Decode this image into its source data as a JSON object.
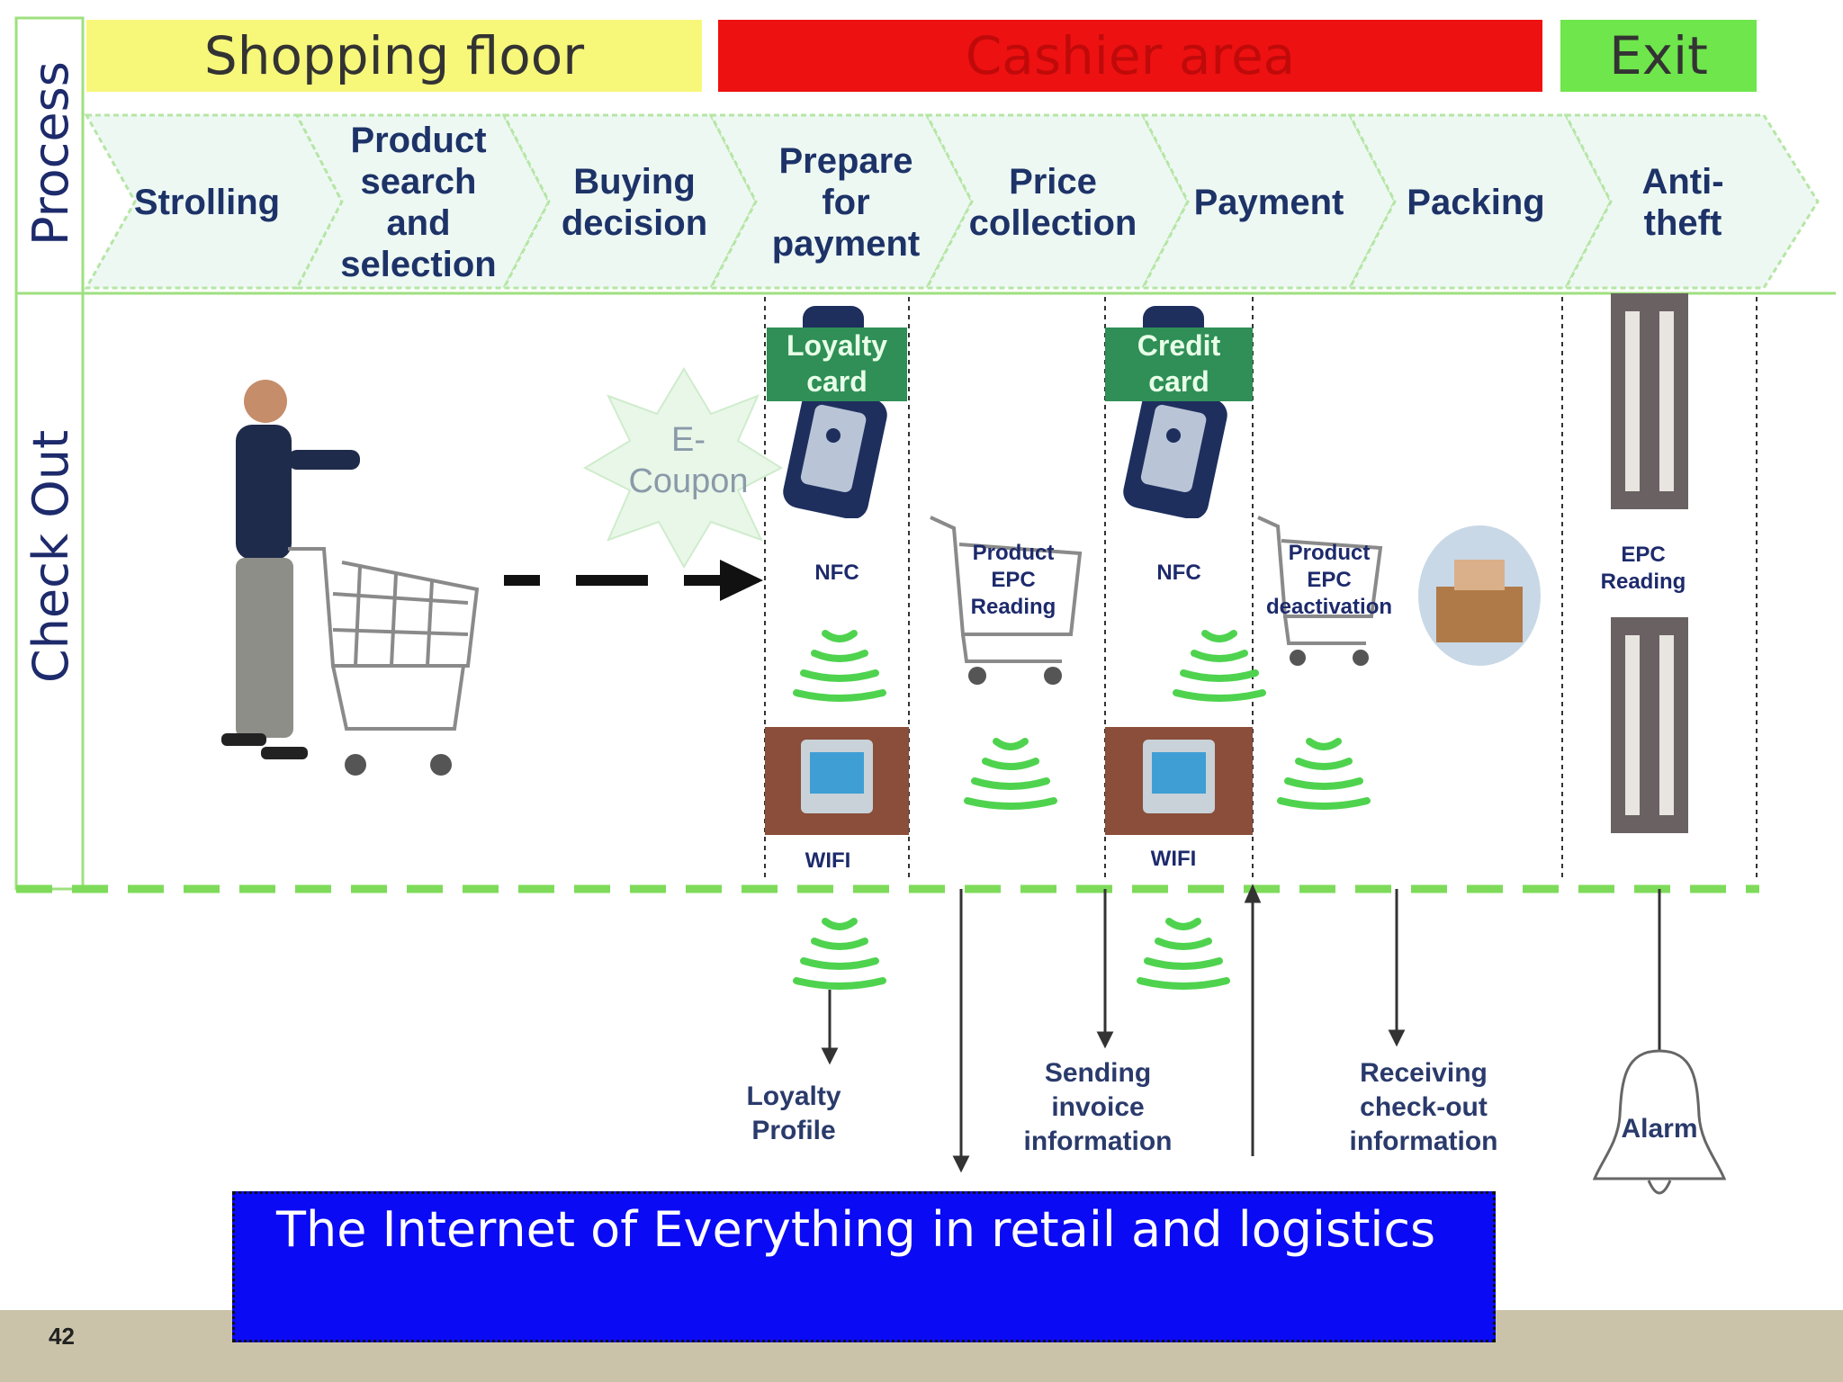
{
  "zones": {
    "shopping": "Shopping floor",
    "cashier": "Cashier area",
    "exit": "Exit"
  },
  "row_labels": {
    "process": "Process",
    "checkout": "Check Out"
  },
  "steps": [
    {
      "lines": [
        "Strolling"
      ]
    },
    {
      "lines": [
        "Product",
        "search",
        "and",
        "selection"
      ]
    },
    {
      "lines": [
        "Buying",
        "decision"
      ]
    },
    {
      "lines": [
        "Prepare",
        "for",
        "payment"
      ]
    },
    {
      "lines": [
        "Price",
        "collection"
      ]
    },
    {
      "lines": [
        "Payment"
      ]
    },
    {
      "lines": [
        "Packing"
      ]
    },
    {
      "lines": [
        "Anti-",
        "theft"
      ]
    }
  ],
  "checkout": {
    "ecoupon": [
      "E-",
      "Coupon"
    ],
    "loyalty_card": [
      "Loyalty",
      "card"
    ],
    "credit_card": [
      "Credit",
      "card"
    ],
    "nfc_1": "NFC",
    "nfc_2": "NFC",
    "wifi_1": "WIFI",
    "wifi_2": "WIFI",
    "epc_reading_product": [
      "Product",
      "EPC",
      "Reading"
    ],
    "epc_deactivation": [
      "Product",
      "EPC",
      "deactivation"
    ],
    "epc_reading_gate": [
      "EPC",
      "Reading"
    ]
  },
  "bottom": {
    "loyalty_profile": [
      "Loyalty",
      "Profile"
    ],
    "sending_invoice": [
      "Sending",
      "invoice",
      "information"
    ],
    "receiving_checkout": [
      "Receiving",
      "check-out",
      "information"
    ],
    "alarm": "Alarm"
  },
  "caption": "The Internet of Everything in retail and logistics",
  "page_number": "42",
  "colors": {
    "shopping_zone": "#f7f77a",
    "cashier_zone": "#ee1111",
    "exit_zone": "#6fe64c",
    "wifi_wave": "#4fd34f",
    "caption_bg": "#0a0af5",
    "footer": "#cbc3a9"
  }
}
